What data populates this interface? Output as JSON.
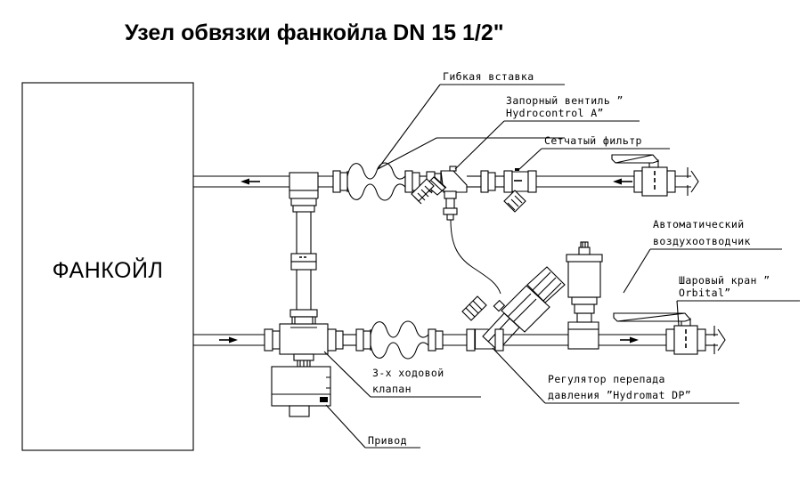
{
  "drawing": {
    "title": "Узел обвязки фанкойла DN 15  1/2\"",
    "unit_label": "ФАНКОЙЛ",
    "line_color": "#000000",
    "background_color": "#ffffff"
  },
  "callouts": [
    {
      "id": "flexible-insert",
      "lines": [
        "Гибкая вставка"
      ],
      "line1": "Гибкая вставка",
      "line2": ""
    },
    {
      "id": "shutoff-valve",
      "lines": [
        "Запорный вентиль ”",
        "Hydrocontrol A”"
      ],
      "line1": "Запорный вентиль ”",
      "line2": "Hydrocontrol A”"
    },
    {
      "id": "mesh-filter",
      "lines": [
        "Сетчатый фильтр"
      ],
      "line1": "Сетчатый фильтр",
      "line2": ""
    },
    {
      "id": "air-vent",
      "lines": [
        "Автоматический",
        "воздухоотводчик"
      ],
      "line1": "Автоматический",
      "line2": "воздухоотводчик"
    },
    {
      "id": "ball-valve",
      "lines": [
        "Шаровый кран ”",
        "Orbital”"
      ],
      "line1": "Шаровый кран ”",
      "line2": "Orbital”"
    },
    {
      "id": "three-way-valve",
      "lines": [
        "3-х ходовой",
        "клапан"
      ],
      "line1": "3-х ходовой",
      "line2": "клапан"
    },
    {
      "id": "dp-regulator",
      "lines": [
        "Регулятор перепада",
        "давления ”Hydromat DP”"
      ],
      "line1": "Регулятор перепада",
      "line2": "давления ”Hydromat DP”"
    },
    {
      "id": "actuator",
      "lines": [
        "Привод"
      ],
      "line1": "Привод",
      "line2": ""
    }
  ],
  "flow_arrows": [
    {
      "id": "supply-return-top",
      "direction": "left",
      "pipe": "top-left"
    },
    {
      "id": "return-inlet-top",
      "direction": "left",
      "pipe": "top-right"
    },
    {
      "id": "supply-outlet-bottom",
      "direction": "right",
      "pipe": "bottom-left"
    },
    {
      "id": "supply-inlet-bottom",
      "direction": "right",
      "pipe": "bottom-right"
    }
  ]
}
